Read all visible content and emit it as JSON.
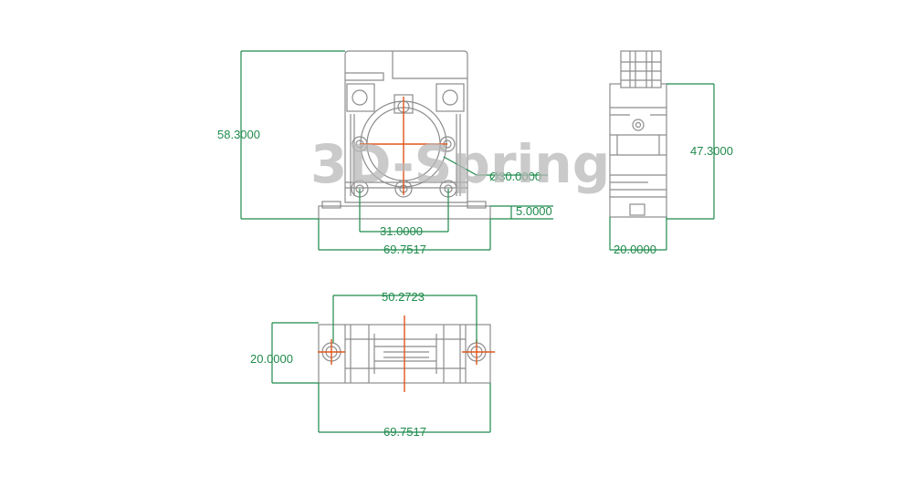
{
  "watermark": "3D-Spring",
  "colors": {
    "dimension": "#1f8a4c",
    "centerline": "#e0561c",
    "outline": "#8c8c8c"
  },
  "front_view": {
    "height": "58.3000",
    "hole_pitch": "31.0000",
    "base_thickness": "5.0000",
    "overall_width": "69.7517",
    "bore_diameter": "Ø30.0000"
  },
  "side_view": {
    "height": "47.3000",
    "width": "20.0000"
  },
  "bottom_view": {
    "hole_spacing": "50.2723",
    "depth": "20.0000",
    "overall_width": "69.7517"
  }
}
